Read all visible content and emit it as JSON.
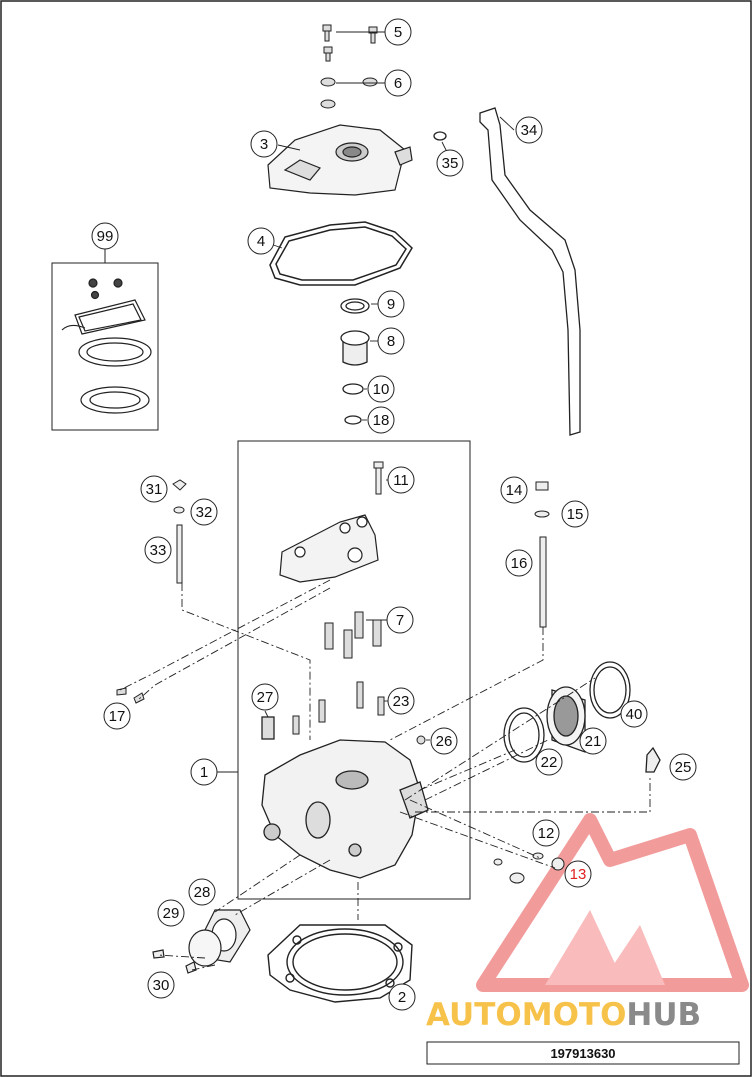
{
  "callouts": {
    "c1": "1",
    "c2": "2",
    "c3": "3",
    "c4": "4",
    "c5": "5",
    "c6": "6",
    "c7": "7",
    "c8": "8",
    "c9": "9",
    "c10": "10",
    "c11": "11",
    "c12": "12",
    "c13": "13",
    "c14": "14",
    "c15": "15",
    "c16": "16",
    "c17": "17",
    "c18": "18",
    "c21": "21",
    "c22": "22",
    "c23": "23",
    "c25": "25",
    "c26": "26",
    "c27": "27",
    "c28": "28",
    "c29": "29",
    "c30": "30",
    "c31": "31",
    "c32": "32",
    "c33": "33",
    "c34": "34",
    "c35": "35",
    "c40": "40",
    "c99": "99"
  },
  "highlight_color": "#e02020",
  "watermark": {
    "part1": "AUTO",
    "part2": "MOTO",
    "part3": "HUB",
    "colors": {
      "auto": "#f7c24a",
      "moto": "#f7c24a",
      "hub": "#8a8a8a",
      "triangle": "#f08a8a"
    }
  },
  "drawing_number": "197913630"
}
